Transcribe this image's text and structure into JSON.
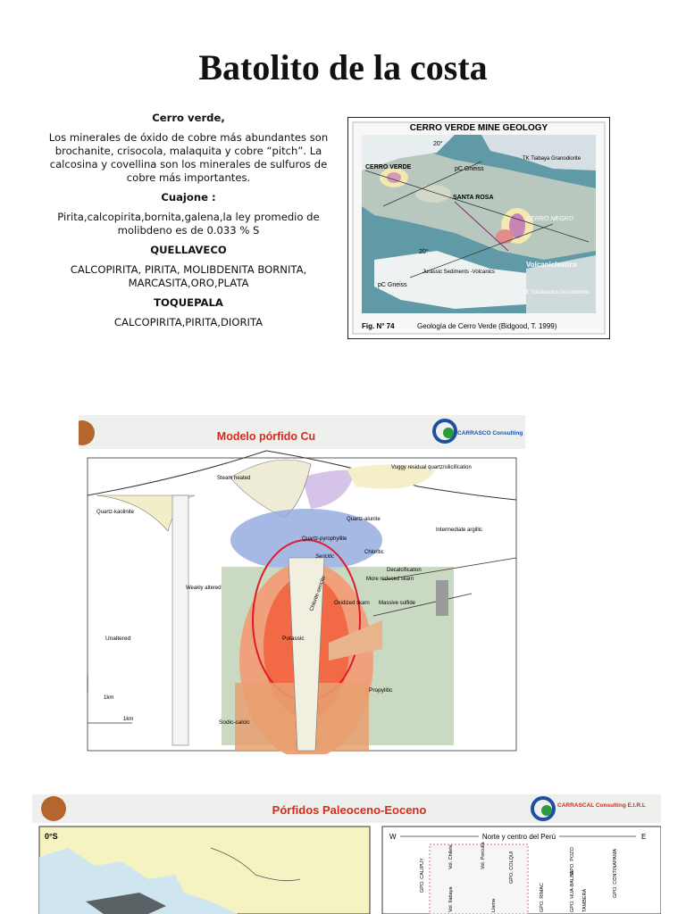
{
  "page": {
    "title": "Batolito de la costa"
  },
  "text_column": {
    "cerro_verde_heading": "Cerro verde,",
    "cerro_verde_body": "Los minerales de óxido de cobre más abundantes son brochanite, crisocola, malaquita y cobre “pitch”. La calcosina y covellina son los minerales de sulfuros de cobre más importantes.",
    "cuajone_heading": "Cuajone :",
    "cuajone_body": "Pirita,calcopirita,bornita,galena,la ley promedio de molibdeno es de 0.033 % S",
    "quellaveco_heading": "QUELLAVECO",
    "quellaveco_body": "CALCOPIRITA, PIRITA, MOLIBDENITA BORNITA, MARCASITA,ORO,PLATA",
    "toquepala_heading": "TOQUEPALA",
    "toquepala_body": "CALCOPIRITA,PIRITA,DIORITA"
  },
  "figure_geology": {
    "title": "CERRO VERDE MINE GEOLOGY",
    "caption_number": "Fig. N° 74",
    "caption_text": "Geología de Cerro Verde (Bidgood, T. 1999)",
    "labels": {
      "angle_top": "20°",
      "angle_bottom": "20°",
      "cerro_verde": "CERRO VERDE",
      "pc_gneiss_top": "pC Gneiss",
      "tk_tiabaya": "TK Tiabaya Granodiorite",
      "santa_rosa": "SANTA ROSA",
      "cerro_negro": "CERRO NEGRO",
      "volcaniclastics": "Volcaniclastics",
      "jurassic": "Jurassic Sediments -Volcanics",
      "pc_gneiss_bottom": "pC Gneiss",
      "tk_yarabamba": "TK Yarabamba Granodiorite"
    }
  },
  "figure_porphyry": {
    "title": "Modelo pórfido Cu",
    "logo_text": "CARRASCO Consulting",
    "labels": {
      "steam_heated": "Steam heated",
      "vuggy": "Vuggy residual quartz/silicification",
      "quartz_kaolinite": "Quartz-kaolinite",
      "quartz_alunite": "Quartz-alunite",
      "intermediate_argillic": "Intermediate argillic",
      "quartz_pyrophyllite": "Quartz-pyrophyllite",
      "sericitic": "Sericitic",
      "chloritic": "Chloritic",
      "decalcification": "Decalcification",
      "more_reduced_skarn": "More reduced skarn",
      "weakly_altered": "Weakly altered",
      "oxidized_skarn": "Oxidized skarn",
      "massive_sulfide": "Massive sulfide",
      "chlorite_sericite": "Chlorite-sericite",
      "unaltered": "Unaltered",
      "potassic": "Potassic",
      "propylitic": "Propylitic",
      "scale_vertical": "1km",
      "scale_horizontal": "1km",
      "sodic_calcic": "Sodic-calcic"
    }
  },
  "figure_paleocene": {
    "title": "Pórfidos Paleoceno-Eoceno",
    "logo_text": "CARRASCAL Consulting E.I.R.L",
    "map_label": "0°S",
    "section_west": "W",
    "section_title": "Norte y centro del Perú",
    "section_east": "E",
    "columns": [
      "GPO. CALIPUY",
      "Vol. Chilete",
      "Vol. Porculla",
      "GPO. COLQUI",
      "GPO. RIMAC",
      "GPO. POZO",
      "GPO. CONTINAPAMA"
    ],
    "sub_labels": [
      "Vol. Ilabaya",
      "Llama",
      "TAMBERA",
      "GPO. HUA-BALBA"
    ]
  }
}
